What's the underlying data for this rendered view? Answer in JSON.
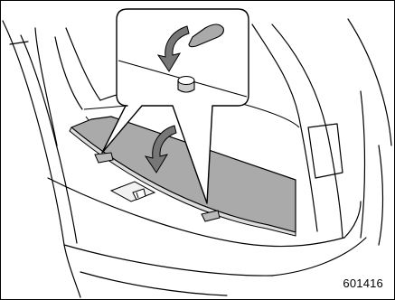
{
  "figure": {
    "number": "601416",
    "colors": {
      "line": "#000000",
      "panel_fill": "#aaaaaa",
      "arrow_fill": "#777777",
      "background": "#ffffff"
    },
    "icons": [
      "cargo-cover-panel",
      "down-arrow",
      "hook-peg",
      "magnifier-callout"
    ]
  }
}
